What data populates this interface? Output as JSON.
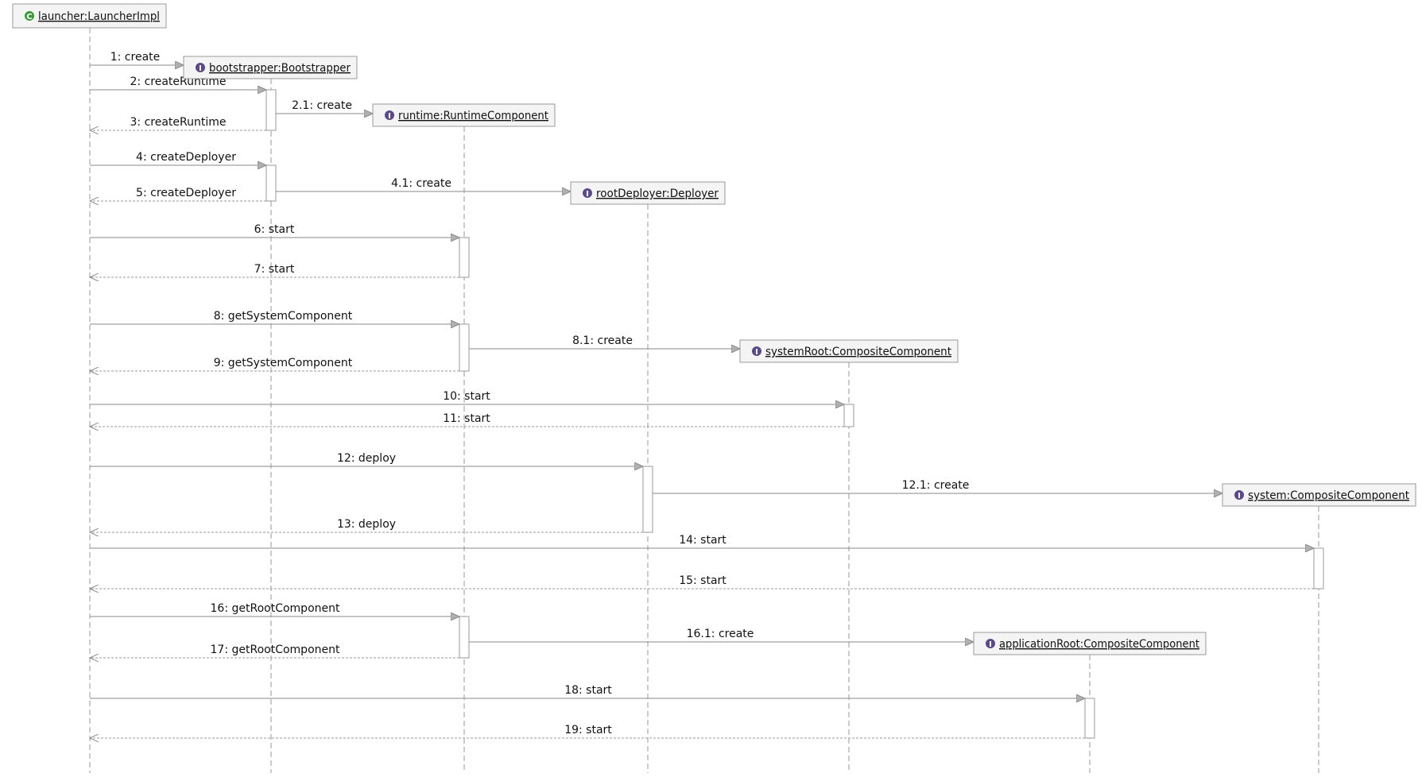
{
  "colors": {
    "background": "#ffffff",
    "box_fill": "#f4f4f4",
    "box_stroke": "#9a9a9a",
    "lifeline": "#9a9a9a",
    "message_line": "#8a8a8a",
    "return_line": "#9a9a9a",
    "activation_fill": "#ffffff",
    "text": "#111111",
    "class_icon": "#3a9a3a",
    "interface_icon": "#5a4a8c"
  },
  "participants": [
    {
      "id": "launcher",
      "label": "launcher:LauncherImpl",
      "icon": "class-icon",
      "icon_letter": "C"
    },
    {
      "id": "bootstrapper",
      "label": "bootstrapper:Bootstrapper",
      "icon": "interface-icon",
      "icon_letter": "I"
    },
    {
      "id": "runtime",
      "label": "runtime:RuntimeComponent",
      "icon": "interface-icon",
      "icon_letter": "I"
    },
    {
      "id": "rootDeployer",
      "label": "rootDeployer:Deployer",
      "icon": "interface-icon",
      "icon_letter": "I"
    },
    {
      "id": "systemRoot",
      "label": "systemRoot:CompositeComponent",
      "icon": "interface-icon",
      "icon_letter": "I"
    },
    {
      "id": "system",
      "label": "system:CompositeComponent",
      "icon": "interface-icon",
      "icon_letter": "I"
    },
    {
      "id": "applicationRoot",
      "label": "applicationRoot:CompositeComponent",
      "icon": "interface-icon",
      "icon_letter": "I"
    }
  ],
  "messages": [
    {
      "label": "1: create",
      "from": "launcher",
      "to": "bootstrapper",
      "kind": "create"
    },
    {
      "label": "2: createRuntime",
      "from": "launcher",
      "to": "bootstrapper",
      "kind": "call"
    },
    {
      "label": "2.1: create",
      "from": "bootstrapper",
      "to": "runtime",
      "kind": "create"
    },
    {
      "label": "3: createRuntime",
      "from": "bootstrapper",
      "to": "launcher",
      "kind": "return"
    },
    {
      "label": "4: createDeployer",
      "from": "launcher",
      "to": "bootstrapper",
      "kind": "call"
    },
    {
      "label": "4.1: create",
      "from": "bootstrapper",
      "to": "rootDeployer",
      "kind": "create"
    },
    {
      "label": "5: createDeployer",
      "from": "bootstrapper",
      "to": "launcher",
      "kind": "return"
    },
    {
      "label": "6: start",
      "from": "launcher",
      "to": "runtime",
      "kind": "call"
    },
    {
      "label": "7: start",
      "from": "runtime",
      "to": "launcher",
      "kind": "return"
    },
    {
      "label": "8: getSystemComponent",
      "from": "launcher",
      "to": "runtime",
      "kind": "call"
    },
    {
      "label": "8.1: create",
      "from": "runtime",
      "to": "systemRoot",
      "kind": "create"
    },
    {
      "label": "9: getSystemComponent",
      "from": "runtime",
      "to": "launcher",
      "kind": "return"
    },
    {
      "label": "10: start",
      "from": "launcher",
      "to": "systemRoot",
      "kind": "call"
    },
    {
      "label": "11: start",
      "from": "systemRoot",
      "to": "launcher",
      "kind": "return"
    },
    {
      "label": "12: deploy",
      "from": "launcher",
      "to": "rootDeployer",
      "kind": "call"
    },
    {
      "label": "12.1: create",
      "from": "rootDeployer",
      "to": "system",
      "kind": "create"
    },
    {
      "label": "13: deploy",
      "from": "rootDeployer",
      "to": "launcher",
      "kind": "return"
    },
    {
      "label": "14: start",
      "from": "launcher",
      "to": "system",
      "kind": "call"
    },
    {
      "label": "15: start",
      "from": "system",
      "to": "launcher",
      "kind": "return"
    },
    {
      "label": "16: getRootComponent",
      "from": "launcher",
      "to": "runtime",
      "kind": "call"
    },
    {
      "label": "16.1: create",
      "from": "runtime",
      "to": "applicationRoot",
      "kind": "create"
    },
    {
      "label": "17: getRootComponent",
      "from": "runtime",
      "to": "launcher",
      "kind": "return"
    },
    {
      "label": "18: start",
      "from": "launcher",
      "to": "applicationRoot",
      "kind": "call"
    },
    {
      "label": "19: start",
      "from": "applicationRoot",
      "to": "launcher",
      "kind": "return"
    }
  ]
}
